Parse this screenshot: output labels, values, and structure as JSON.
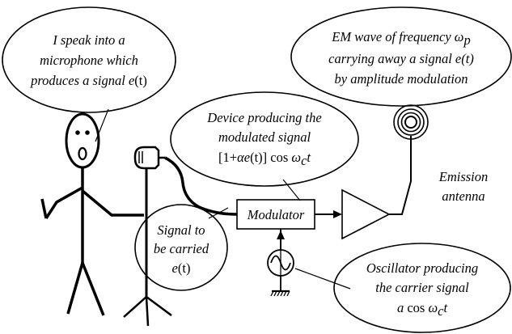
{
  "speaker_bubble": {
    "line1": "I speak into a",
    "line2": "microphone  which",
    "line3_main": "produces a signal ",
    "line3_var": "e",
    "line3_arg": "(t)"
  },
  "em_wave_bubble": {
    "line1_main": "EM wave of frequency ",
    "line1_sym": "ω",
    "line1_sub": "p",
    "line2": "carrying away a signal e(t)",
    "line3": "by amplitude modulation"
  },
  "device_bubble": {
    "line1": "Device producing the",
    "line2": "modulated signal",
    "line3_pre": "[1+",
    "line3_alpha": "α",
    "line3_e": "e",
    "line3_mid": "(t)] cos ",
    "line3_omega": "ω",
    "line3_sub": "c",
    "line3_t": "t"
  },
  "modulator_label": "Modulator",
  "signal_bubble": {
    "line1": "Signal to",
    "line2": "be carried",
    "line3_var": "e",
    "line3_arg": "(t)"
  },
  "antenna_label": {
    "line1": "Emission",
    "line2": "antenna"
  },
  "oscillator_bubble": {
    "line1": "Oscillator producing",
    "line2": "the carrier signal",
    "line3_a": "a",
    "line3_cos": " cos ",
    "line3_omega": "ω",
    "line3_sub": "c",
    "line3_t": "t"
  }
}
